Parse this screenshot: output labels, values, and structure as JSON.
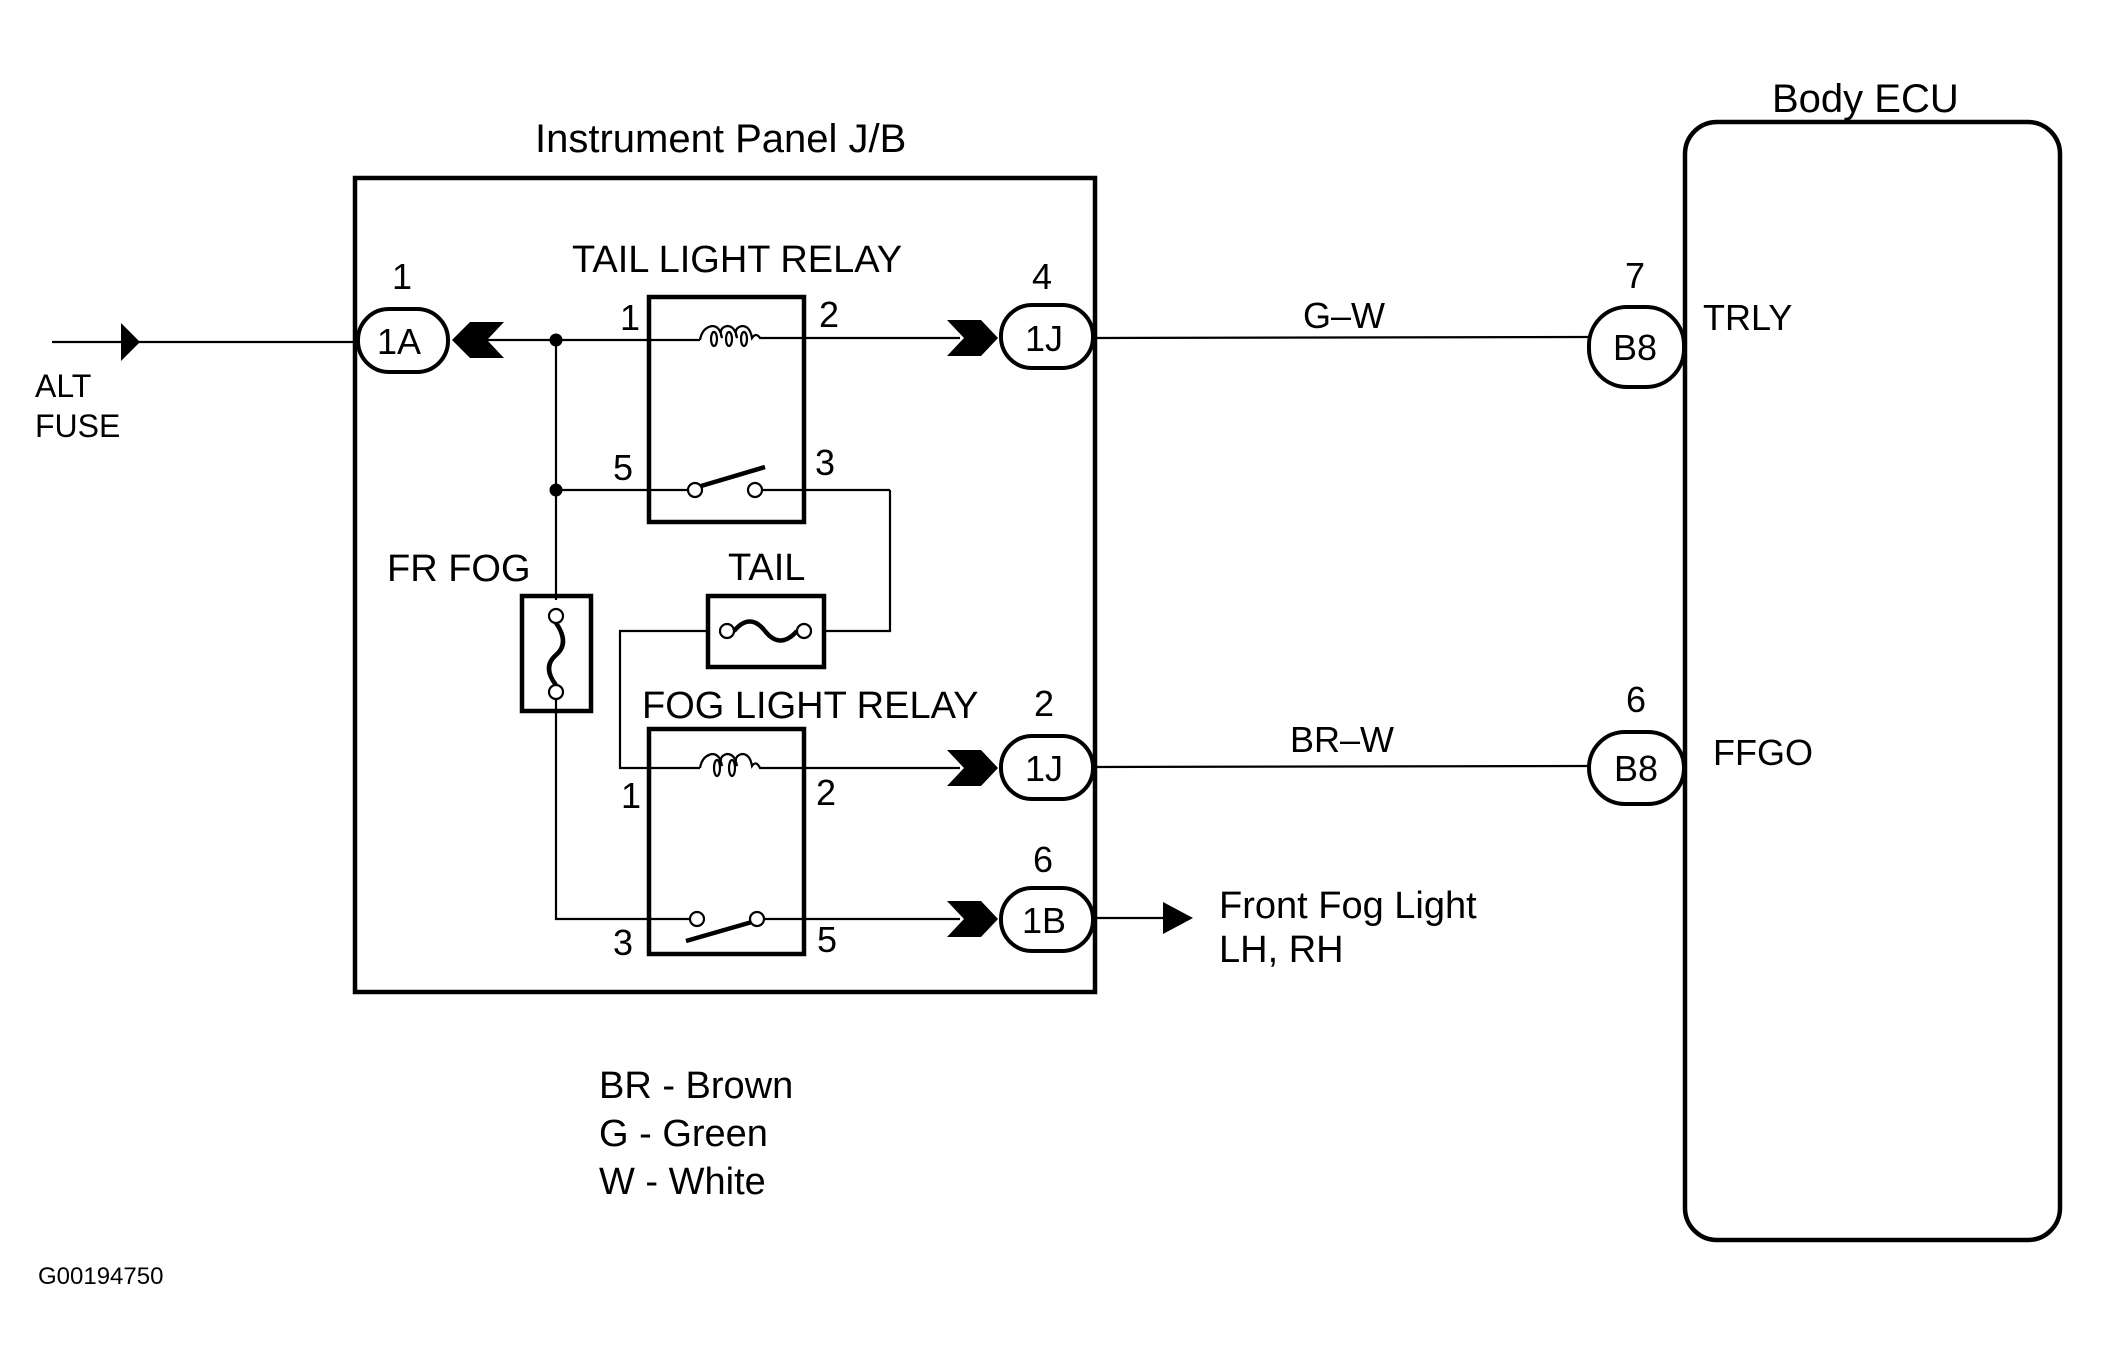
{
  "diagram": {
    "title_jb": "Instrument Panel J/B",
    "title_ecu": "Body ECU",
    "source": {
      "label_line1": "ALT",
      "label_line2": "FUSE"
    },
    "connectors": {
      "jb_in": {
        "pin": "1",
        "id": "1A"
      },
      "tail_out": {
        "pin": "4",
        "id": "1J"
      },
      "fog_coil_out": {
        "pin": "2",
        "id": "1J"
      },
      "fog_out": {
        "pin": "6",
        "id": "1B"
      },
      "ecu_trly": {
        "pin": "7",
        "id": "B8",
        "terminal": "TRLY"
      },
      "ecu_ffgo": {
        "pin": "6",
        "id": "B8",
        "terminal": "FFGO"
      }
    },
    "tail_relay": {
      "label": "TAIL LIGHT RELAY",
      "pins": {
        "coil_in": "1",
        "coil_out": "2",
        "sw_in": "5",
        "sw_out": "3"
      }
    },
    "fog_relay": {
      "label": "FOG LIGHT RELAY",
      "pins": {
        "coil_in": "1",
        "coil_out": "2",
        "sw_in": "3",
        "sw_out": "5"
      }
    },
    "fuses": {
      "fr_fog": "FR FOG",
      "tail": "TAIL"
    },
    "wires": {
      "trly_color": "G–W",
      "ffgo_color": "BR–W"
    },
    "load": {
      "line1": "Front Fog Light",
      "line2": "LH, RH"
    },
    "legend": [
      "BR - Brown",
      "G - Green",
      "W - White"
    ],
    "figure_id": "G00194750"
  }
}
